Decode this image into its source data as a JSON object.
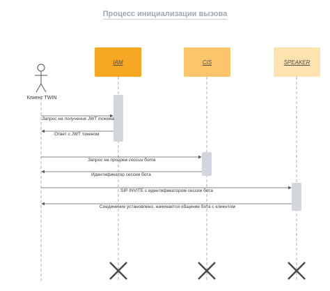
{
  "title": "Процесс инициализации вызова",
  "actors": {
    "client": {
      "label": "Клиент TWIN"
    },
    "iam": {
      "label": "IAM",
      "color": "#f5a623"
    },
    "cis": {
      "label": "CIS",
      "color": "#fbc66b"
    },
    "speaker": {
      "label": "SPEAKER",
      "color": "#fde3b0"
    }
  },
  "messages": [
    {
      "text": "Запрос на получение JWT токена"
    },
    {
      "text": "Ответ с JWT токеном"
    },
    {
      "text": "Запрос на прогрев сессии бота"
    },
    {
      "text": "Идентификатор сессии бота"
    },
    {
      "text": "SIP INVITE с идентификатором сессии бота"
    },
    {
      "text": "Соединение установлено, начинается общение бота с клиентом"
    }
  ],
  "colors": {
    "lifeline": "#9fb0c2",
    "activation": "#d3d7dd",
    "arrow": "#5a5a5a",
    "destroy": "#4a4a4a"
  }
}
